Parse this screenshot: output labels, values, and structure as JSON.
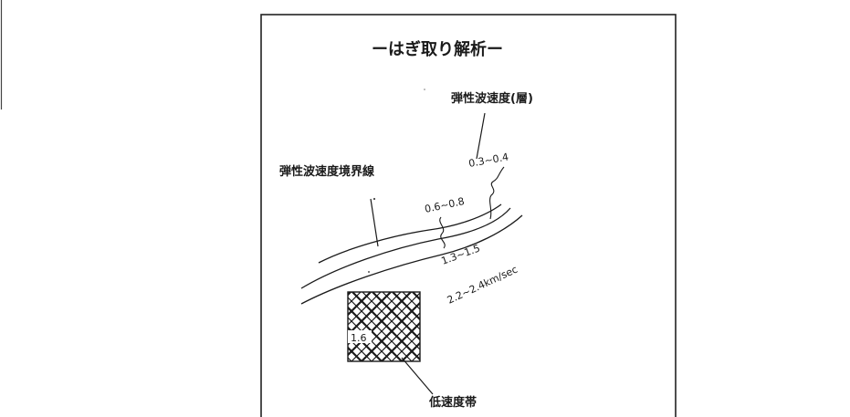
{
  "diagram": {
    "title": "ーはぎ取り解析ー",
    "labels": {
      "layer_velocity": "弾性波速度(層)",
      "boundary_line": "弾性波速度境界線",
      "low_velocity_zone": "低速度帯"
    },
    "velocity_values": {
      "top_layer": "0.3~0.4",
      "second_layer": "0.6~0.8",
      "third_layer": "1.3~1.5",
      "bedrock": "2.2~2.4km/sec",
      "low_velocity_zone": "1.6"
    },
    "colors": {
      "ink": "#1a1a1a",
      "frame": "#222222",
      "paper": "#ffffff"
    }
  }
}
